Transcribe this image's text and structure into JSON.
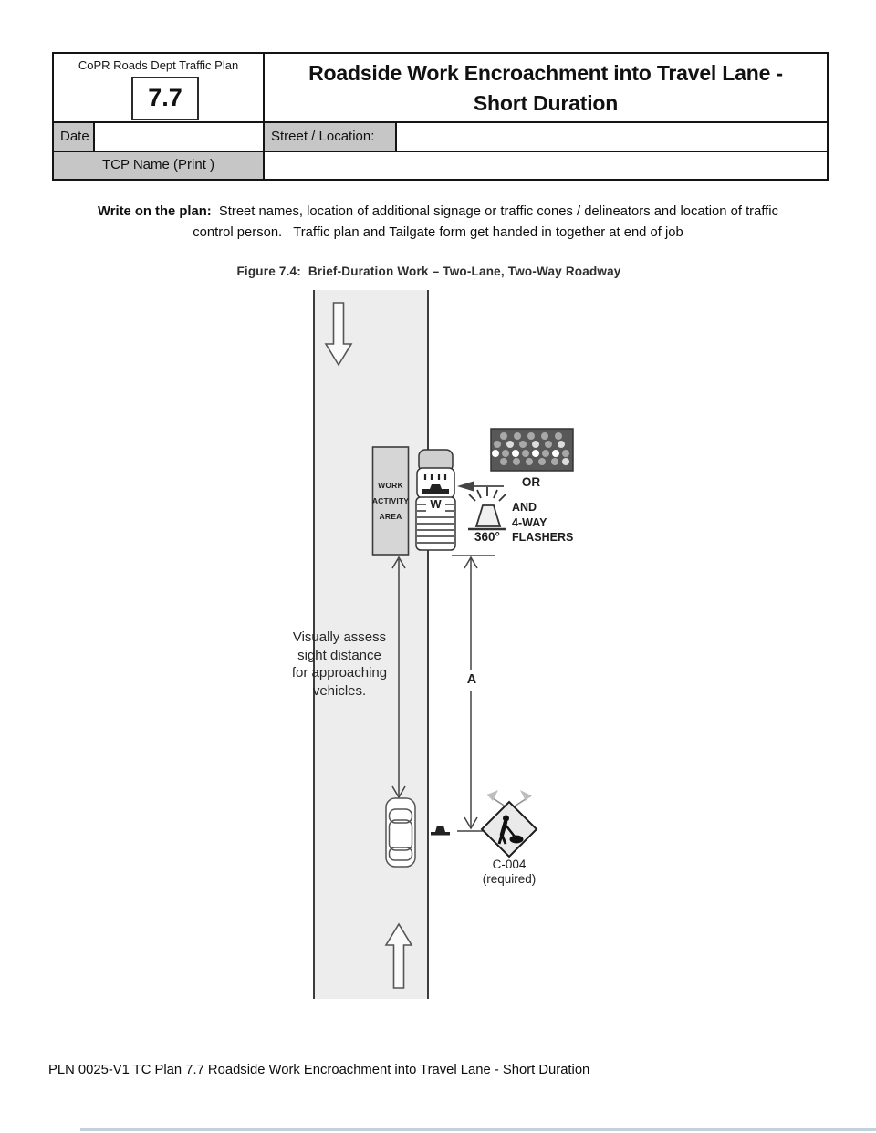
{
  "header": {
    "org_line": "CoPR Roads Dept Traffic Plan",
    "plan_number": "7.7",
    "title": "Roadside Work Encroachment  into Travel Lane -\nShort Duration",
    "fields": {
      "date_label": "Date",
      "date_value": "",
      "street_label": "Street / Location:",
      "street_value": "",
      "tcp_label": "TCP Name (Print )",
      "tcp_value": ""
    }
  },
  "instructions": {
    "lead": "Write on the plan:",
    "line1_rest": "  Street names, location of additional signage or traffic cones / delineators and location of traffic",
    "line2": "control person.   Traffic plan and Tailgate form get handed in together at end of job"
  },
  "figure": {
    "caption": "Figure 7.4:  Brief-Duration Work – Two-Lane, Two-Way Roadway",
    "labels": {
      "work_area": "WORK\nACTIVITY\nAREA",
      "vehicle_marking": "W",
      "or": "OR",
      "beacon": "360°",
      "flashers": "AND\n4-WAY\nFLASHERS",
      "sight_note": "Visually assess\nsight distance\nfor approaching\nvehicles.",
      "dimension_a": "A",
      "sign_id": "C-004",
      "sign_required": "(required)"
    }
  },
  "footer": {
    "text": "PLN 0025-V1 TC Plan 7.7 Roadside Work Encroachment into Travel Lane - Short Duration"
  },
  "colors": {
    "cell_gray": "#c6c6c6",
    "road_gray": "#ededed",
    "work_area_gray": "#d6d6d6",
    "arrow_board_dark": "#585858",
    "scan_edge_blue": "#b9c9d8"
  }
}
